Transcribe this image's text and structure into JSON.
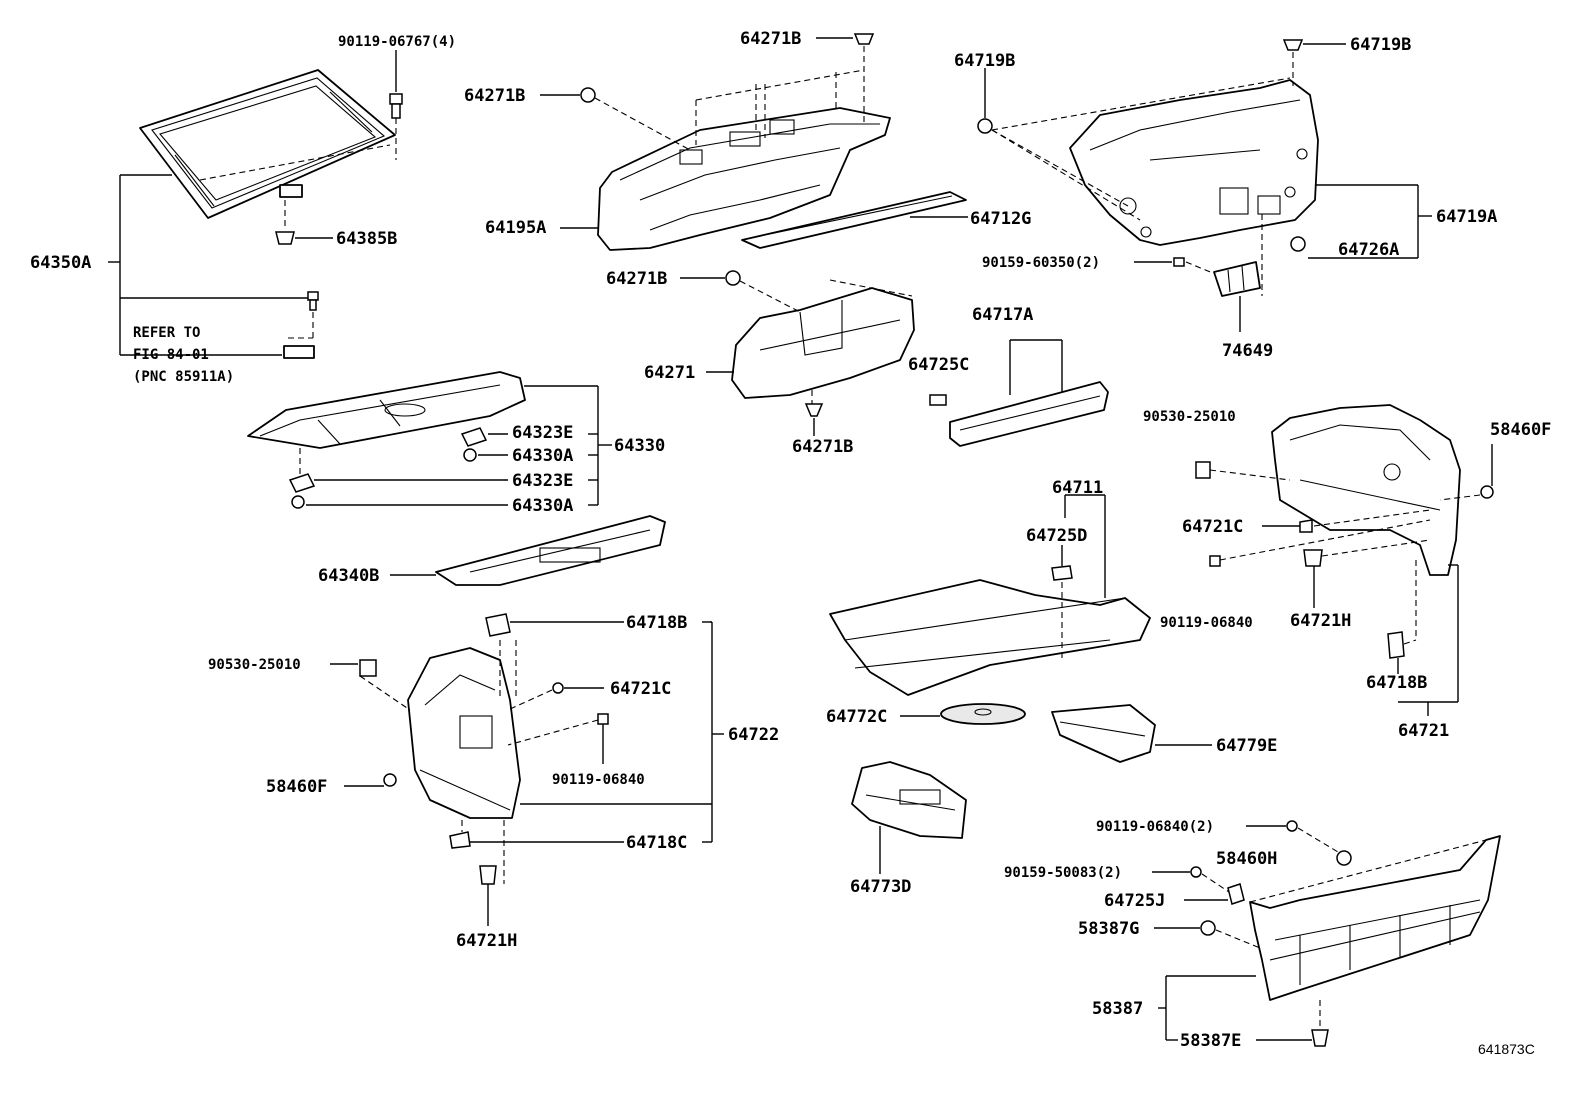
{
  "labels": {
    "l_90119_06767": "90119-06767(4)",
    "l_64271B_a": "64271B",
    "l_64719B_a": "64719B",
    "l_64719B_b": "64719B",
    "l_64271B_b": "64271B",
    "l_64195A": "64195A",
    "l_64712G": "64712G",
    "l_64719A": "64719A",
    "l_64726A": "64726A",
    "l_90159_60350": "90159-60350(2)",
    "l_74649": "74649",
    "l_64350A": "64350A",
    "l_64385B": "64385B",
    "l_refer1": "REFER TO",
    "l_refer2": "FIG  84-01",
    "l_refer3": "(PNC 85911A)",
    "l_64271B_c": "64271B",
    "l_64271": "64271",
    "l_64271B_d": "64271B",
    "l_64717A": "64717A",
    "l_64725C": "64725C",
    "l_64323E_a": "64323E",
    "l_64330A_a": "64330A",
    "l_64323E_b": "64323E",
    "l_64330A_b": "64330A",
    "l_64330": "64330",
    "l_64340B": "64340B",
    "l_90530_25010_a": "90530-25010",
    "l_58460F_a": "58460F",
    "l_64711": "64711",
    "l_64725D": "64725D",
    "l_64721C_a": "64721C",
    "l_90119_06840_a": "90119-06840",
    "l_64721H_a": "64721H",
    "l_64718B_a": "64718B",
    "l_64721": "64721",
    "l_64718B_b": "64718B",
    "l_90530_25010_b": "90530-25010",
    "l_64721C_b": "64721C",
    "l_90119_06840_b": "90119-06840",
    "l_64722": "64722",
    "l_58460F_b": "58460F",
    "l_64718C": "64718C",
    "l_64721H_b": "64721H",
    "l_64772C": "64772C",
    "l_64779E": "64779E",
    "l_64773D": "64773D",
    "l_90119_06840_c": "90119-06840(2)",
    "l_58460H": "58460H",
    "l_90159_50083": "90159-50083(2)",
    "l_64725J": "64725J",
    "l_58387G": "58387G",
    "l_58387": "58387",
    "l_58387E": "58387E",
    "l_diagram_id": "641873C"
  }
}
